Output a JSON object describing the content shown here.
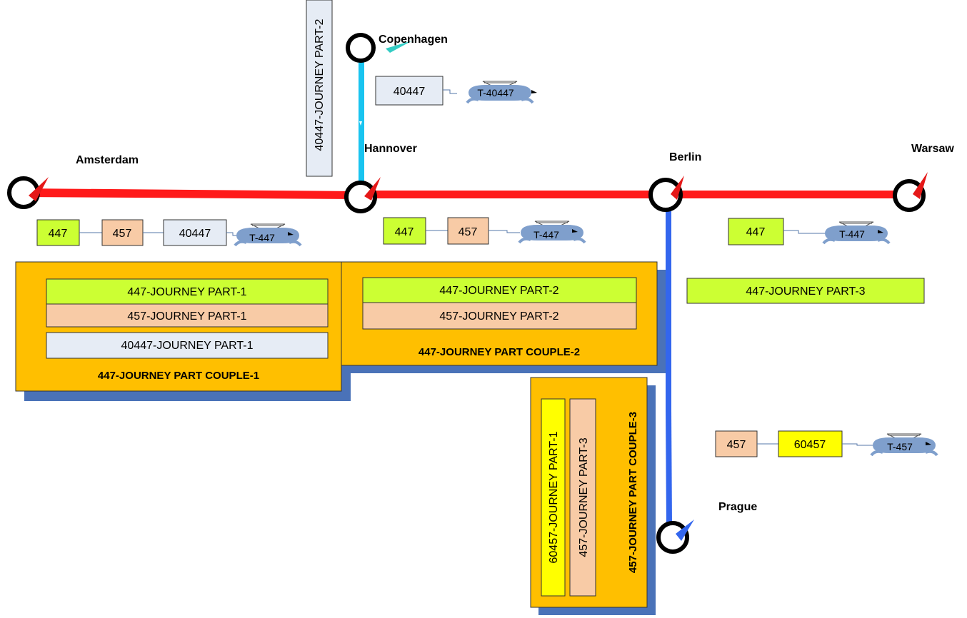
{
  "colors": {
    "rail_red": "#ff1a1a",
    "rail_cyan": "#19c4f0",
    "rail_blue": "#3366ee",
    "station_pin_red": "#e51818",
    "station_pin_blue": "#3366ee",
    "station_pin_teal": "#33ccc4",
    "train_fill": "#7f9fcc",
    "journey_447": "#ccff33",
    "journey_457": "#f8cba6",
    "journey_40447": "#e6ecf5",
    "journey_60457": "#ffff00",
    "couple_fill": "#ffbf00",
    "couple_shadow": "#4a72b8"
  },
  "stations": {
    "copenhagen": "Copenhagen",
    "amsterdam": "Amsterdam",
    "hannover": "Hannover",
    "berlin": "Berlin",
    "warsaw": "Warsaw",
    "prague": "Prague"
  },
  "segment_labels": {
    "copenhagen_hannover": "40447-JOURNEY PART-2"
  },
  "consists": {
    "copenhagen_hannover": {
      "vehicles": [
        "40447"
      ],
      "train": "T-40447"
    },
    "amsterdam_hannover": {
      "vehicles": [
        "447",
        "457",
        "40447"
      ],
      "train": "T-447"
    },
    "hannover_berlin": {
      "vehicles": [
        "447",
        "457"
      ],
      "train": "T-447"
    },
    "berlin_warsaw": {
      "vehicles": [
        "447"
      ],
      "train": "T-447"
    },
    "berlin_prague": {
      "vehicles": [
        "457",
        "60457"
      ],
      "train": "T-457"
    }
  },
  "couples": [
    {
      "title": "447-JOURNEY PART COUPLE-1",
      "parts": [
        "447-JOURNEY PART-1",
        "457-JOURNEY PART-1",
        "40447-JOURNEY PART-1"
      ]
    },
    {
      "title": "447-JOURNEY PART COUPLE-2",
      "parts": [
        "447-JOURNEY PART-2",
        "457-JOURNEY PART-2"
      ]
    },
    {
      "title": "457-JOURNEY PART COUPLE-3",
      "parts": [
        "60457-JOURNEY PART-1",
        "457-JOURNEY PART-3"
      ]
    }
  ],
  "standalone_parts": {
    "berlin_warsaw": "447-JOURNEY PART-3"
  }
}
